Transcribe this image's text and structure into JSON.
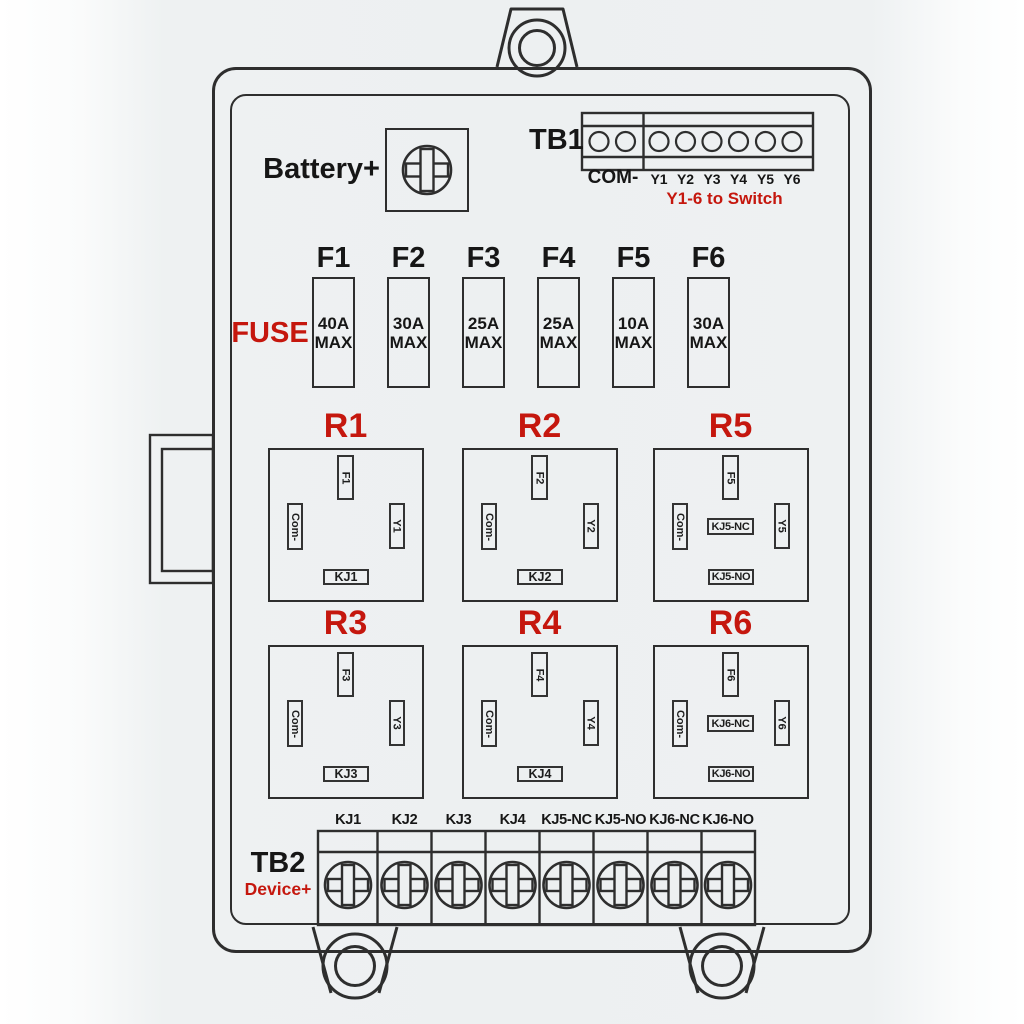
{
  "diagram": {
    "battery": {
      "label": "Battery+"
    },
    "tb1": {
      "label": "TB1",
      "com_label": "COM-",
      "y_labels": [
        "Y1",
        "Y2",
        "Y3",
        "Y4",
        "Y5",
        "Y6"
      ],
      "note": "Y1-6 to Switch"
    },
    "fuse_section": {
      "label": "FUSE"
    },
    "fuses": [
      {
        "name": "F1",
        "amps": "40A",
        "max_label": "MAX"
      },
      {
        "name": "F2",
        "amps": "30A",
        "max_label": "MAX"
      },
      {
        "name": "F3",
        "amps": "25A",
        "max_label": "MAX"
      },
      {
        "name": "F4",
        "amps": "25A",
        "max_label": "MAX"
      },
      {
        "name": "F5",
        "amps": "10A",
        "max_label": "MAX"
      },
      {
        "name": "F6",
        "amps": "30A",
        "max_label": "MAX"
      }
    ],
    "relays": [
      {
        "name": "R1",
        "top_pin": "F1",
        "left_pin": "Com-",
        "right_pin": "Y1",
        "bottom_pin": "KJ1"
      },
      {
        "name": "R2",
        "top_pin": "F2",
        "left_pin": "Com-",
        "right_pin": "Y2",
        "bottom_pin": "KJ2"
      },
      {
        "name": "R5",
        "top_pin": "F5",
        "left_pin": "Com-",
        "right_pin": "Y5",
        "mid_pin": "KJ5-NC",
        "bottom_pin": "KJ5-NO"
      },
      {
        "name": "R3",
        "top_pin": "F3",
        "left_pin": "Com-",
        "right_pin": "Y3",
        "bottom_pin": "KJ3"
      },
      {
        "name": "R4",
        "top_pin": "F4",
        "left_pin": "Com-",
        "right_pin": "Y4",
        "bottom_pin": "KJ4"
      },
      {
        "name": "R6",
        "top_pin": "F6",
        "left_pin": "Com-",
        "right_pin": "Y6",
        "mid_pin": "KJ6-NC",
        "bottom_pin": "KJ6-NO"
      }
    ],
    "tb2": {
      "label": "TB2",
      "sublabel": "Device+",
      "terminals": [
        "KJ1",
        "KJ2",
        "KJ3",
        "KJ4",
        "KJ5-NC",
        "KJ5-NO",
        "KJ6-NC",
        "KJ6-NO"
      ]
    },
    "colors": {
      "accent_red": "#c5170e",
      "line": "#2e2e2e",
      "panel_bg": "#edf0f1"
    }
  }
}
